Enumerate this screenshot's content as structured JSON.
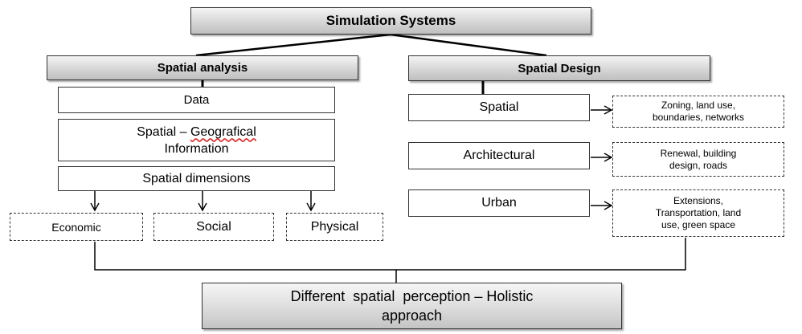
{
  "title": "Simulation Systems",
  "analysis": {
    "header": "Spatial analysis",
    "data": "Data",
    "geo_line1_a": "Spatial – ",
    "geo_line1_b": "Geografical",
    "geo_line2": "Information",
    "dimensions": "Spatial dimensions",
    "outcomes": [
      "Economic",
      "Social",
      "Physical"
    ]
  },
  "design": {
    "header": "Spatial Design",
    "items": [
      {
        "label": "Spatial",
        "detail_lines": [
          "Zoning, land use,",
          "boundaries, networks"
        ]
      },
      {
        "label": "Architectural",
        "detail_lines": [
          "Renewal, building",
          "design, roads"
        ]
      },
      {
        "label": "Urban",
        "detail_lines": [
          "Extensions,",
          "Transportation, land",
          "use, green space"
        ]
      }
    ]
  },
  "result": {
    "line1": "Different  spatial  perception – Holistic",
    "line2": "approach"
  }
}
